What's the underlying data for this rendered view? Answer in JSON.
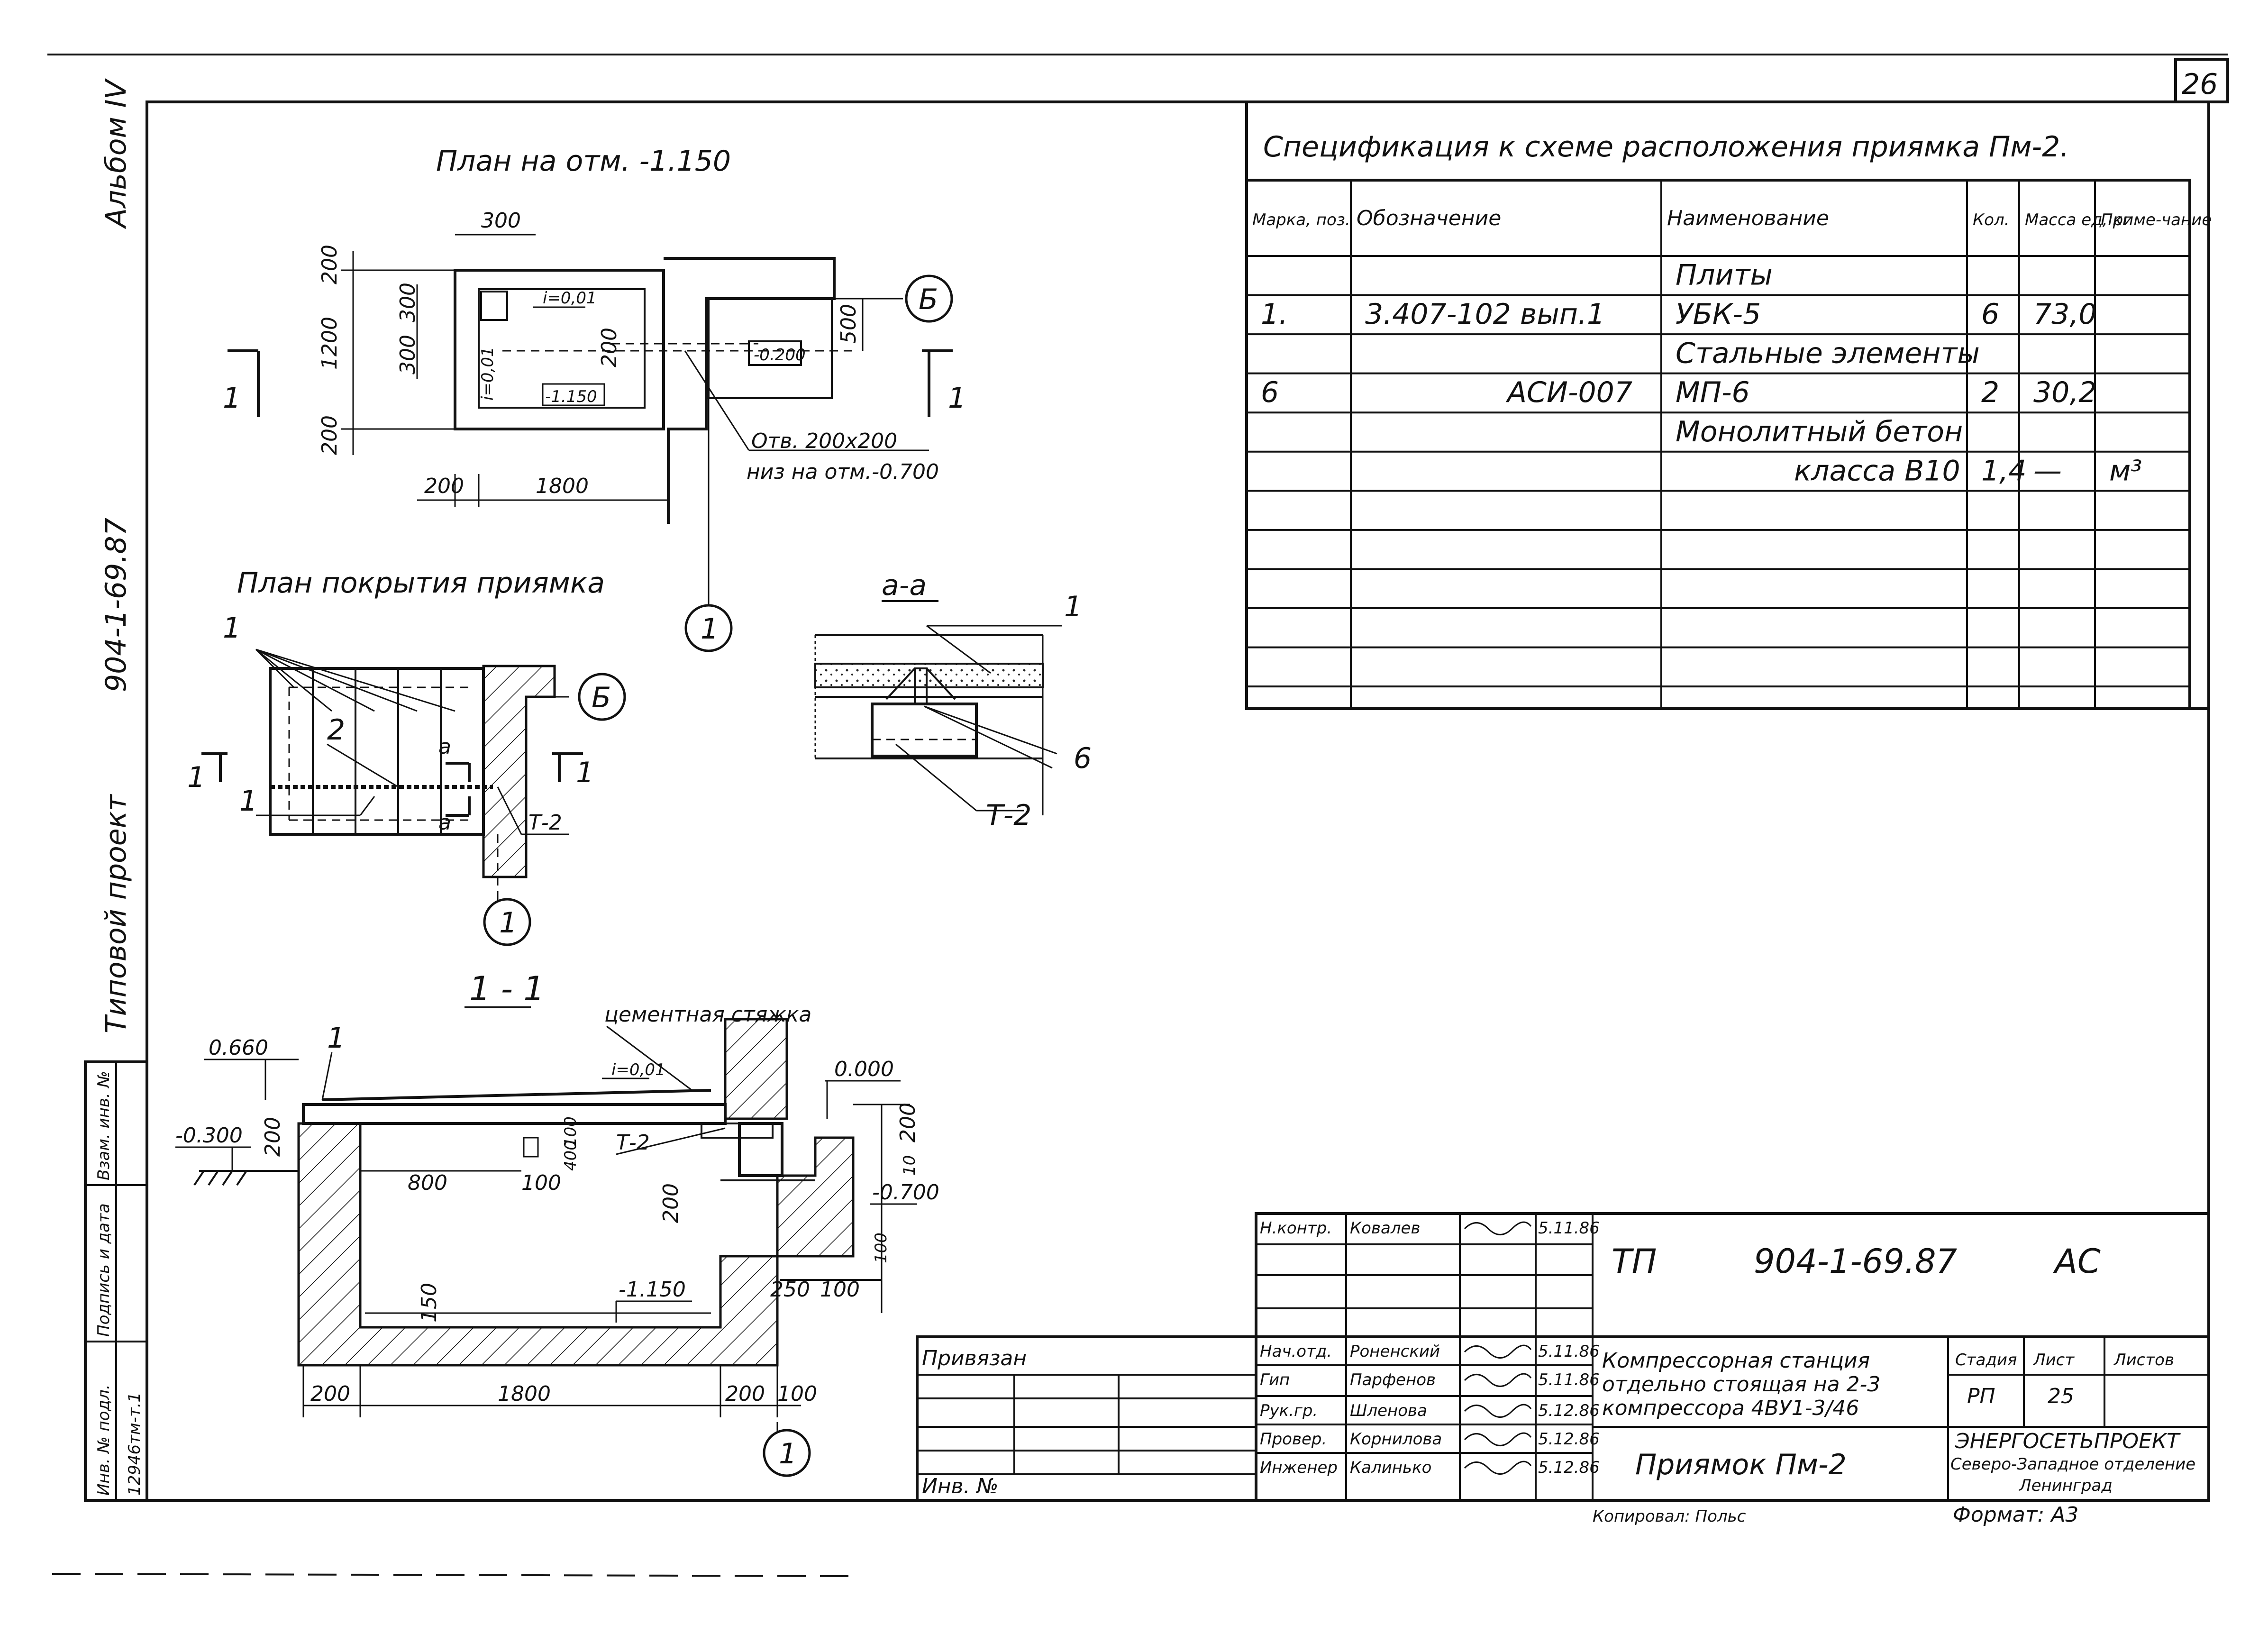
{
  "sheet_number": "26",
  "left_margin": {
    "album": "Альбом IV",
    "project_code": "904-1-69.87",
    "project_type": "Типовой проект",
    "stamp_labels": [
      "Инв. № подл.",
      "Подпись и дата",
      "Взам. инв. №"
    ],
    "inv_number": "12946тм-т.1"
  },
  "plan_elevation": {
    "title": "План на отм. -1.150",
    "dims": {
      "d300_top": "300",
      "d200_a": "200",
      "d1200": "1200",
      "d300_b": "300",
      "d300_c": "300",
      "d200_b": "200",
      "d200_c": "200",
      "d1800": "1800",
      "d200_d": "200",
      "d500": "500"
    },
    "slope": "i=0,01",
    "slope_v": "i=0,01",
    "mark_pit": "-1.150",
    "mark_hole": "-0.200",
    "hole_label": "Отв. 200х200",
    "hole_note": "низ на отм.-0.700",
    "axis_b": "Б",
    "axis_1": "1",
    "cut_left": "1",
    "cut_right": "1"
  },
  "plan_cover": {
    "title": "План покрытия приямка",
    "axis_b": "Б",
    "axis_1": "1",
    "labels": {
      "l1_top": "1",
      "l2": "2",
      "l1_left": "1",
      "a_top": "а",
      "a_bot": "а",
      "t2": "Т-2",
      "cut_left": "1",
      "cut_right": "1"
    }
  },
  "section_aa": {
    "title": "а-а",
    "labels": {
      "l1": "1",
      "l6": "6",
      "t2": "Т-2"
    }
  },
  "section_11": {
    "title": "1 - 1",
    "screed": "цементная стяжка",
    "marks": {
      "m0660": "0.660",
      "m0300": "-0.300",
      "m0000": "0.000",
      "m0700": "-0.700",
      "m1150": "-1.150"
    },
    "dims": {
      "d200_l": "200",
      "d800": "800",
      "d100": "100",
      "d100_v": "100",
      "d400": "400",
      "d200_r": "200",
      "d200_rr": "200",
      "d10": "10",
      "d150": "150",
      "d250": "250",
      "d100_b": "100",
      "d100_bb": "100",
      "d200_bl": "200",
      "d1800": "1800",
      "d200_br": "200",
      "d100_br": "100"
    },
    "slope": "i=0,01",
    "l1": "1",
    "t2": "Т-2",
    "axis_1": "1"
  },
  "spec": {
    "title": "Спецификация к схеме расположения приямка Пм-2.",
    "headers": [
      "Марка, поз.",
      "Обозначение",
      "Наименование",
      "Кол.",
      "Масса ед, кг",
      "Приме-чание"
    ],
    "rows": [
      [
        "",
        "",
        "Плиты",
        "",
        "",
        ""
      ],
      [
        "1.",
        "3.407-102 вып.1",
        "УБК-5",
        "6",
        "73,0",
        ""
      ],
      [
        "",
        "",
        "Стальные элементы",
        "",
        "",
        ""
      ],
      [
        "6",
        "АСИ-007",
        "МП-6",
        "2",
        "30,2",
        ""
      ],
      [
        "",
        "",
        "Монолитный бетон",
        "",
        "",
        ""
      ],
      [
        "",
        "",
        "класса В10",
        "1,4",
        "—",
        "м³"
      ],
      [
        "",
        "",
        "",
        "",
        "",
        ""
      ],
      [
        "",
        "",
        "",
        "",
        "",
        ""
      ],
      [
        "",
        "",
        "",
        "",
        "",
        ""
      ],
      [
        "",
        "",
        "",
        "",
        "",
        ""
      ],
      [
        "",
        "",
        "",
        "",
        "",
        ""
      ]
    ]
  },
  "title_block": {
    "tp": "ТП",
    "code": "904-1-69.87",
    "mark": "АС",
    "privyazan": "Привязан",
    "inv": "Инв. №",
    "people": [
      [
        "Н.контр.",
        "Ковалев",
        "5.11.86"
      ],
      [
        "",
        "",
        ""
      ],
      [
        "",
        "",
        ""
      ],
      [
        "Нач.отд.",
        "Роненский",
        "5.11.86"
      ],
      [
        "Гип",
        "Парфенов",
        "5.11.86"
      ],
      [
        "Рук.гр.",
        "Шленова",
        "5.12.86"
      ],
      [
        "Провер.",
        "Корнилова",
        "5.12.86"
      ],
      [
        "Инженер",
        "Калинько",
        "5.12.86"
      ]
    ],
    "object_name": "Компрессорная станция отдельно стоящая на 2-3 компрессора 4ВУ1-3/46",
    "drawing_name": "Приямок Пм-2",
    "stage_h": "Стадия",
    "sheet_h": "Лист",
    "sheets_h": "Листов",
    "stage": "РП",
    "sheet": "25",
    "org1": "ЭНЕРГОСЕТЬПРОЕКТ",
    "org2": "Северо-Западное отделение",
    "org3": "Ленинград",
    "copied": "Копировал: Польс",
    "format": "Формат: А3"
  }
}
